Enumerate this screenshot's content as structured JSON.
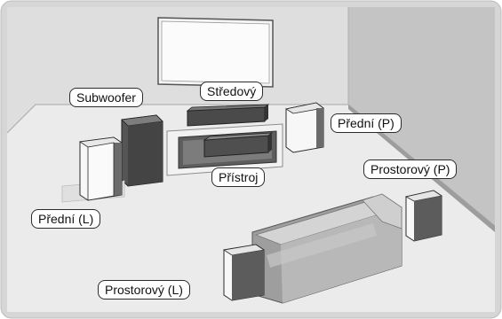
{
  "labels": {
    "subwoofer": "Subwoofer",
    "center": "Středový",
    "front_right": "Přední (P)",
    "device": "Přístroj",
    "surround_right": "Prostorový (P)",
    "front_left": "Přední (L)",
    "surround_left": "Prostorový (L)"
  },
  "colors": {
    "frame_bg": "#c9c9c9",
    "wall_back": "#d9d9d9",
    "wall_right": "#bdbdbd",
    "floor": "#e6e6e6",
    "label_border": "#2b2b2b"
  }
}
